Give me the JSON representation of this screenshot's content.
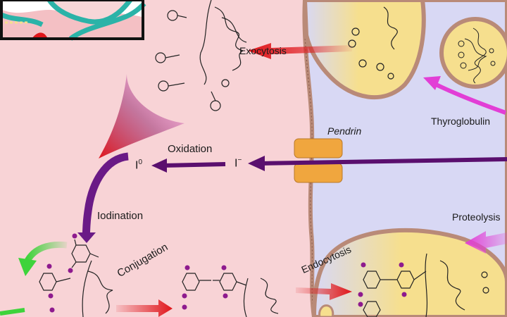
{
  "colors": {
    "lumen_bg": "#f8d3d6",
    "cell_bg": "#d8d8f4",
    "membrane": "#b98a78",
    "vesicle_fill": "#f6df8e",
    "arrow_red": "#e0161b",
    "arrow_magenta": "#e23ed6",
    "arrow_purple": "#5a0f6e",
    "arrow_green": "#3ed33b",
    "pendrin": "#f0a63e",
    "iodine_atom": "#8e1a8e"
  },
  "labels": {
    "exocytosis": "Exocytosis",
    "thyroglobulin": "Thyroglobulin",
    "pendrin": "Pendrin",
    "oxidation": "Oxidation",
    "iodide": "I",
    "iodide_sup": "−",
    "iodine": "I",
    "iodine_sup": "0",
    "iodination": "Iodination",
    "conjugation": "Conjugation",
    "endocytosis": "Endocytosis",
    "proteolysis": "Proteolysis"
  },
  "icons": {
    "inset": "follicle-inset-icon",
    "molecule": "thyroglobulin-molecule-icon",
    "transporter": "pendrin-transporter-icon"
  }
}
